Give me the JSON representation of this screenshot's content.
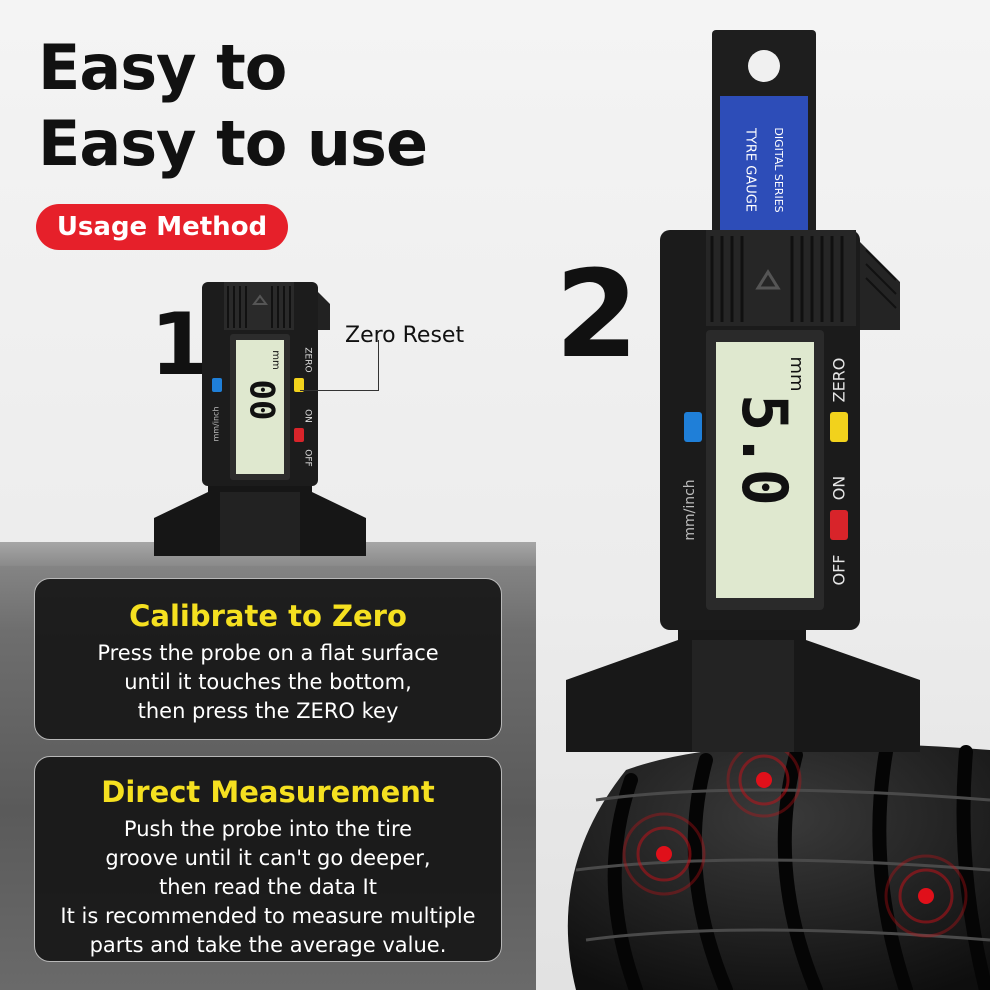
{
  "headline": {
    "line1": "Easy to",
    "line2": "Easy to use"
  },
  "badge": {
    "label": "Usage Method",
    "color": "#e6202a"
  },
  "steps": {
    "one": "1",
    "two": "2"
  },
  "callout": {
    "label": "Zero Reset"
  },
  "small_gauge": {
    "reading": "00",
    "unit": "mm",
    "buttons": {
      "zero": "ZERO",
      "on": "ON",
      "off": "OFF"
    },
    "side_text": "mm/inch"
  },
  "large_gauge": {
    "reading": "5.0",
    "unit": "mm",
    "buttons": {
      "zero": "ZERO",
      "on": "ON",
      "off": "OFF"
    },
    "side_text": "mm/inch",
    "probe_label_line1": "TYRE GAUGE",
    "probe_label_line2": "DIGITAL SERIES"
  },
  "cards": [
    {
      "title": "Calibrate to Zero",
      "lines": [
        "Press the probe on a flat surface",
        "until it touches the bottom,",
        "then press the ZERO key"
      ]
    },
    {
      "title": "Direct Measurement",
      "lines": [
        "Push the probe into the tire",
        "groove until it can't go deeper,",
        "then read the data It",
        "It is recommended to measure multiple",
        "parts and take the average value."
      ]
    }
  ],
  "colors": {
    "title_yellow": "#f5e020",
    "lcd": "#dfe8cf",
    "zero_button": "#f2d21c",
    "off_button": "#d8242a",
    "unit_button": "#1f7fd8",
    "probe_label": "#2d4db8",
    "marker_red": "#e0101a"
  }
}
